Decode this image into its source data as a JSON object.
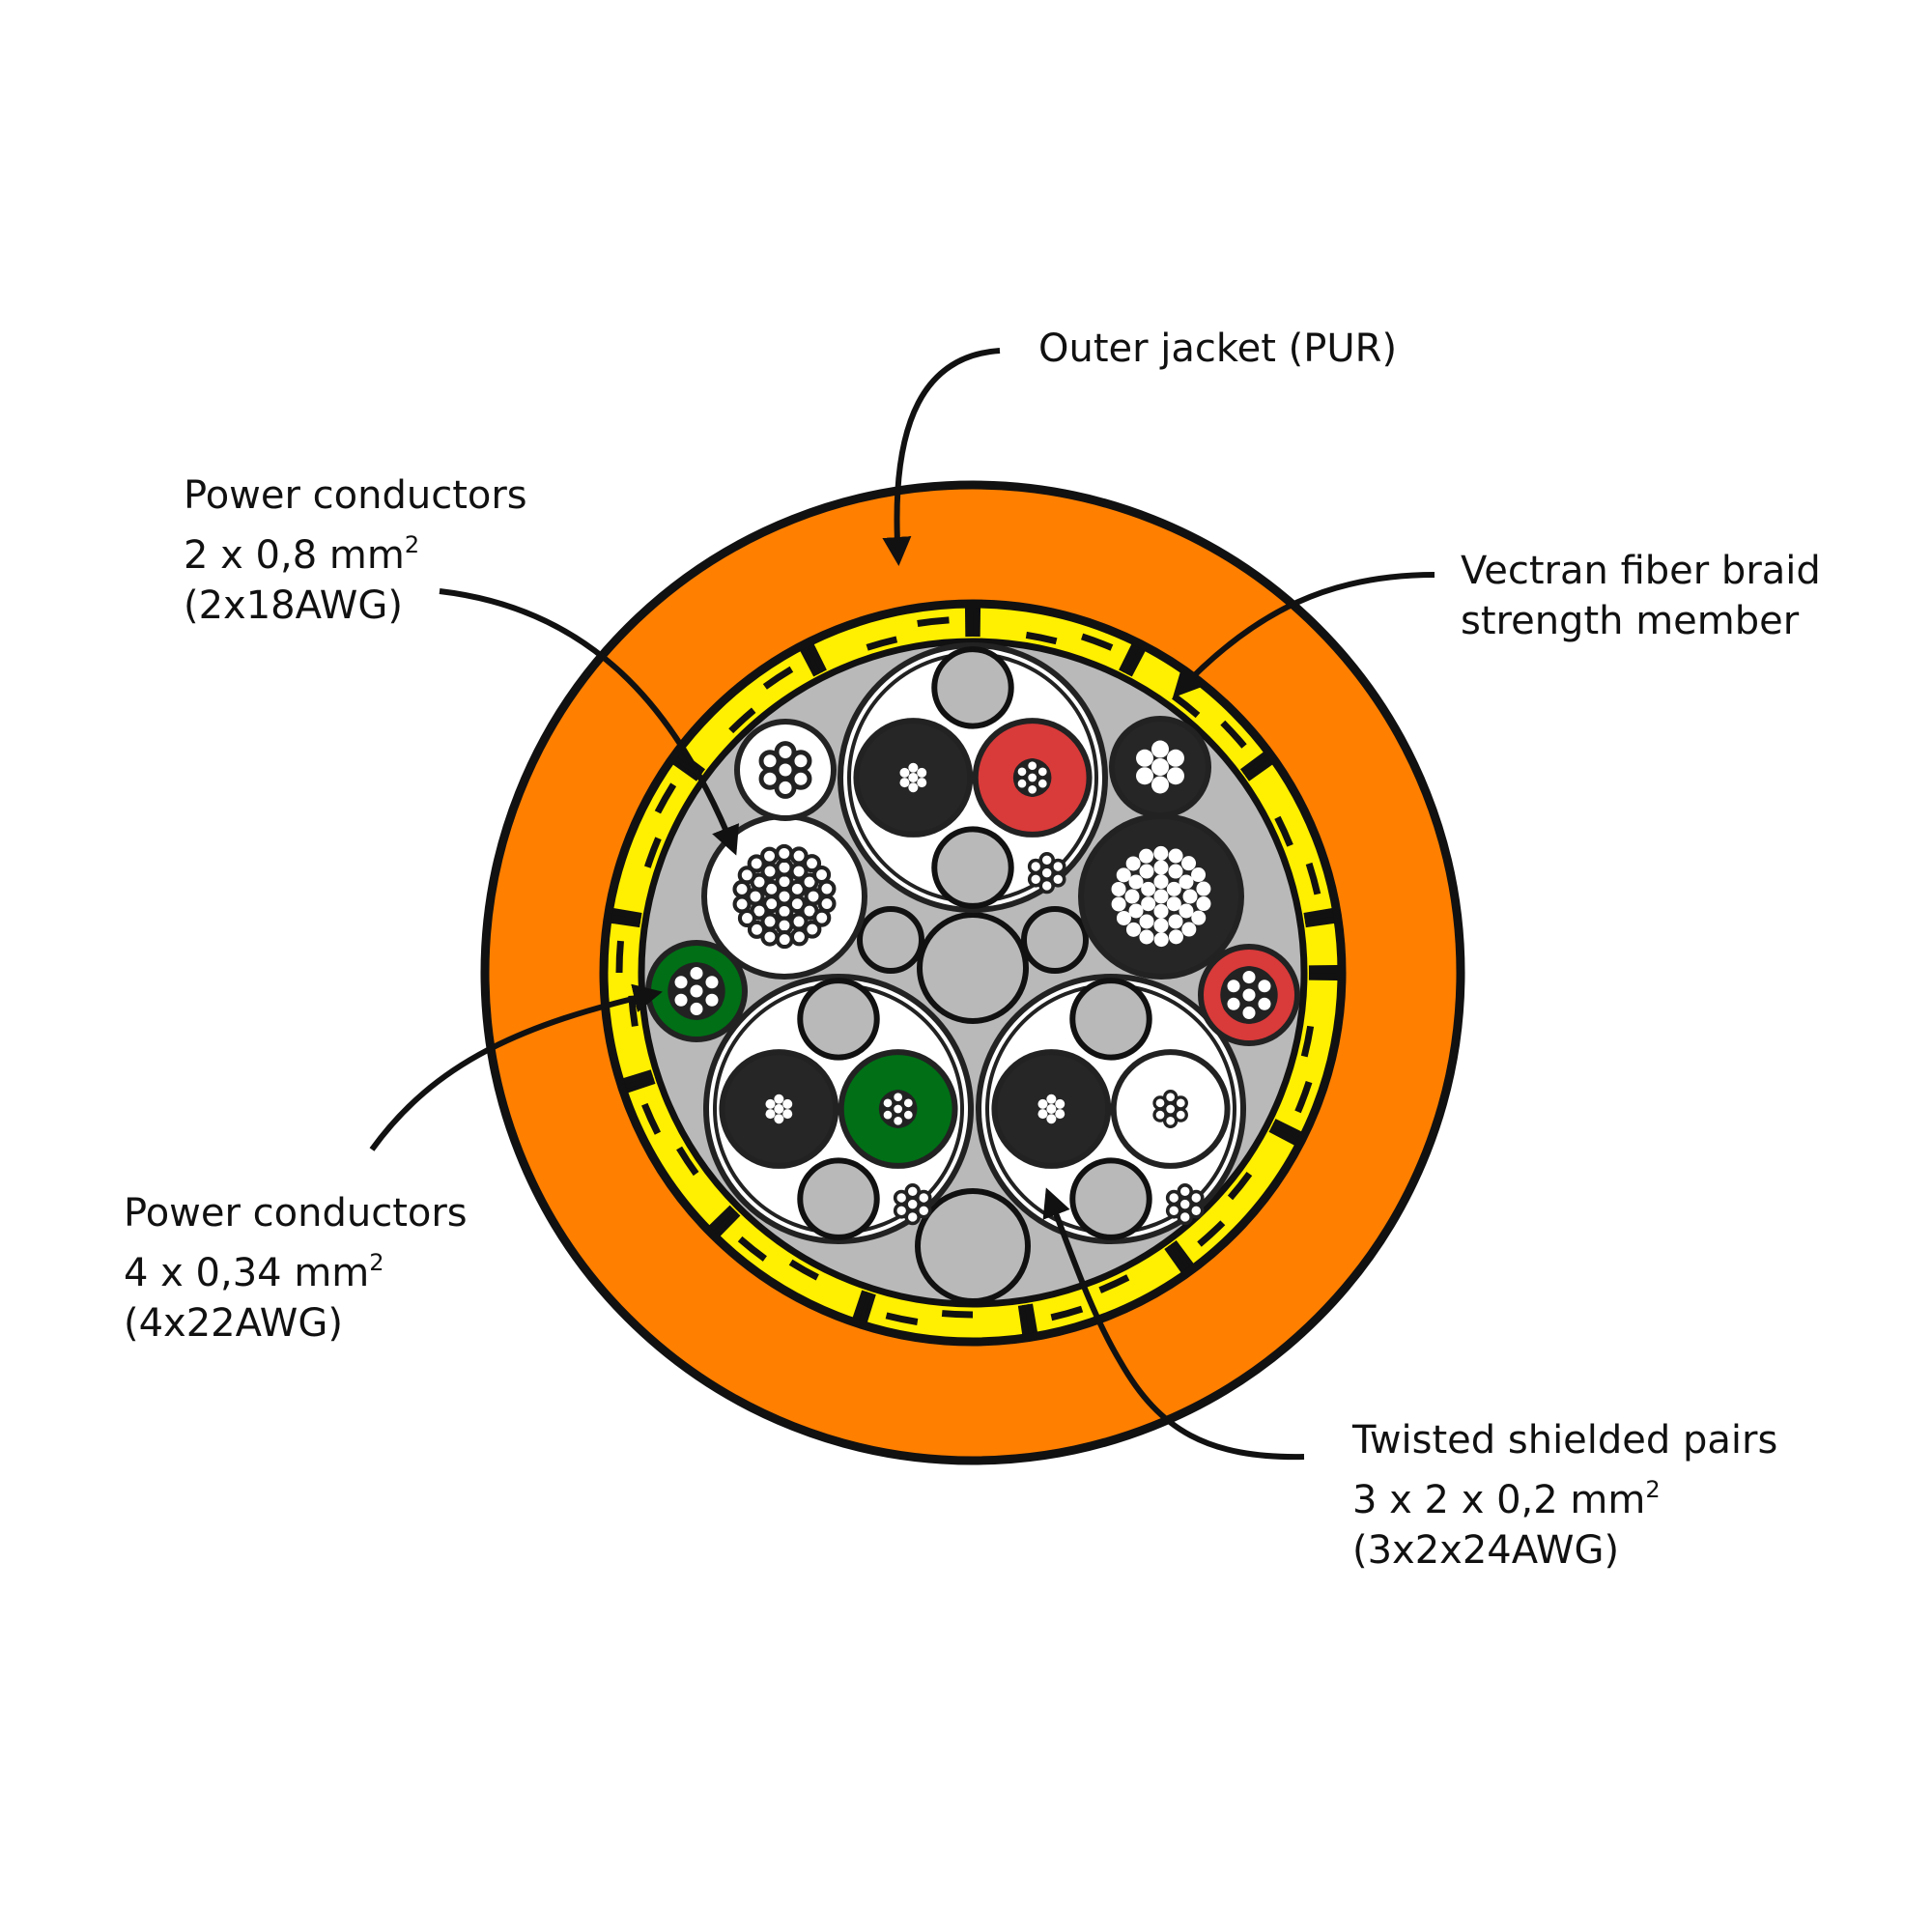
{
  "title": "Cable cross-section",
  "labels": {
    "outer_jacket": {
      "line1": "Outer jacket (PUR)"
    },
    "power_large": {
      "line1": "Power conductors",
      "line2": "2 x 0,8 mm",
      "sup": "2",
      "line3": "(2x18AWG)"
    },
    "braid": {
      "line1": "Vectran fiber braid",
      "line2": "strength member"
    },
    "power_small": {
      "line1": "Power conductors",
      "line2": "4 x 0,34 mm",
      "sup": "2",
      "line3": "(4x22AWG)"
    },
    "twisted_pairs": {
      "line1": "Twisted shielded pairs",
      "line2": "3 x 2 x 0,2 mm",
      "sup": "2",
      "line3": "(3x2x24AWG)"
    }
  },
  "colors": {
    "jacket": "#ff7f00",
    "braid": "#ffef00",
    "core_fill": "#b9b9b9",
    "black_insulation": "#262626",
    "red_insulation": "#d93a3a",
    "green_insulation": "#006f16",
    "white_insulation": "#ffffff",
    "outline": "#111111"
  }
}
